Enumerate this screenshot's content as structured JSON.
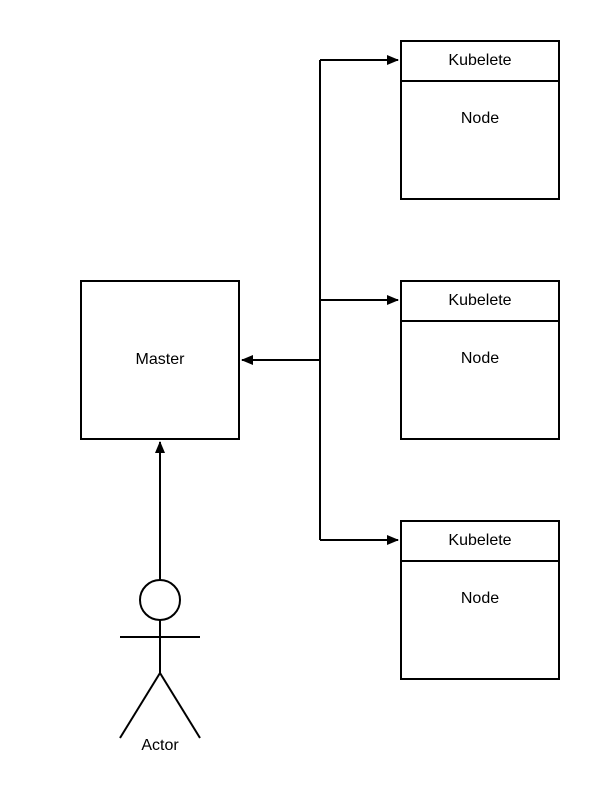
{
  "master": {
    "label": "Master"
  },
  "nodes": [
    {
      "header": "Kubelete",
      "label": "Node"
    },
    {
      "header": "Kubelete",
      "label": "Node"
    },
    {
      "header": "Kubelete",
      "label": "Node"
    }
  ],
  "actor": {
    "label": "Actor"
  },
  "colors": {
    "stroke": "#000000",
    "background": "#ffffff"
  }
}
